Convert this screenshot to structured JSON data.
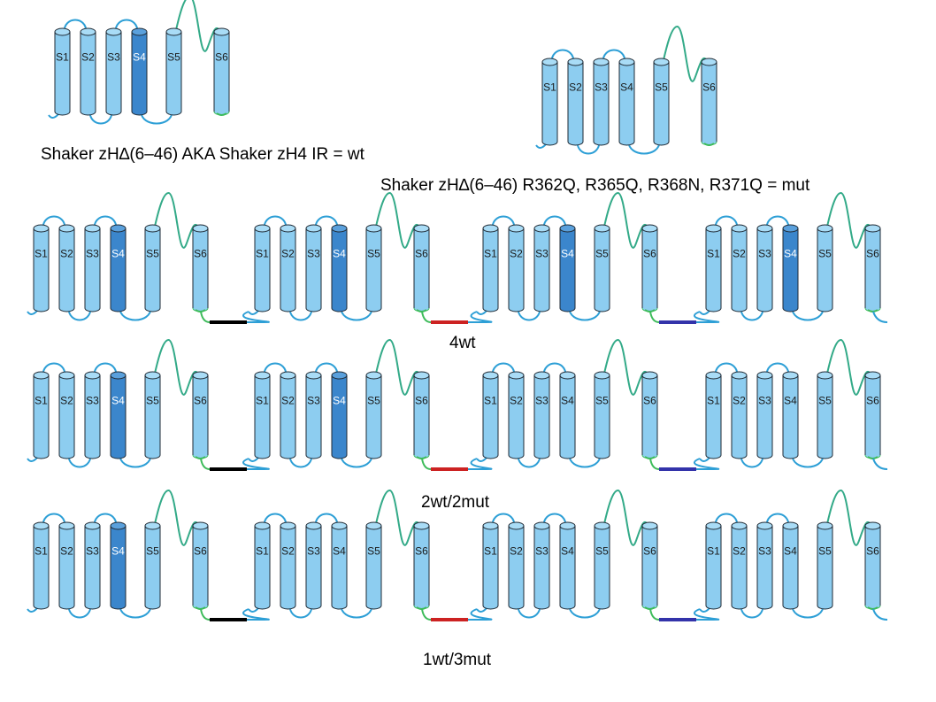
{
  "labels": {
    "wt_title": "Shaker zH∆(6–46)  AKA Shaker zH4 IR = wt",
    "mut_title": "Shaker zH∆(6–46) R362Q, R365Q, R368N, R371Q = mut",
    "row1": "4wt",
    "row2": "2wt/2mut",
    "row3": "1wt/3mut"
  },
  "helix_labels": [
    "S1",
    "S2",
    "S3",
    "S4",
    "S5",
    "S6"
  ],
  "colors": {
    "helix_fill": "#8dcdf0",
    "helix_top": "#a9dcf6",
    "helix_stroke": "#1f2a35",
    "s4_wt_fill": "#3b86cc",
    "s4_wt_top": "#5aa0dc",
    "loop": "#2d9fd6",
    "pore_loop": "#33aa88",
    "s6_tail": "#3dbb5a",
    "linker_1": "#000000",
    "linker_2": "#cc2222",
    "linker_3": "#3333aa"
  },
  "top_constructs": [
    {
      "name": "wt",
      "s4": "wt"
    },
    {
      "name": "mut",
      "s4": "mut"
    }
  ],
  "rows": [
    {
      "label_key": "row1",
      "domains": [
        "wt",
        "wt",
        "wt",
        "wt"
      ]
    },
    {
      "label_key": "row2",
      "domains": [
        "wt",
        "wt",
        "mut",
        "mut"
      ]
    },
    {
      "label_key": "row3",
      "domains": [
        "wt",
        "mut",
        "mut",
        "mut"
      ]
    }
  ]
}
